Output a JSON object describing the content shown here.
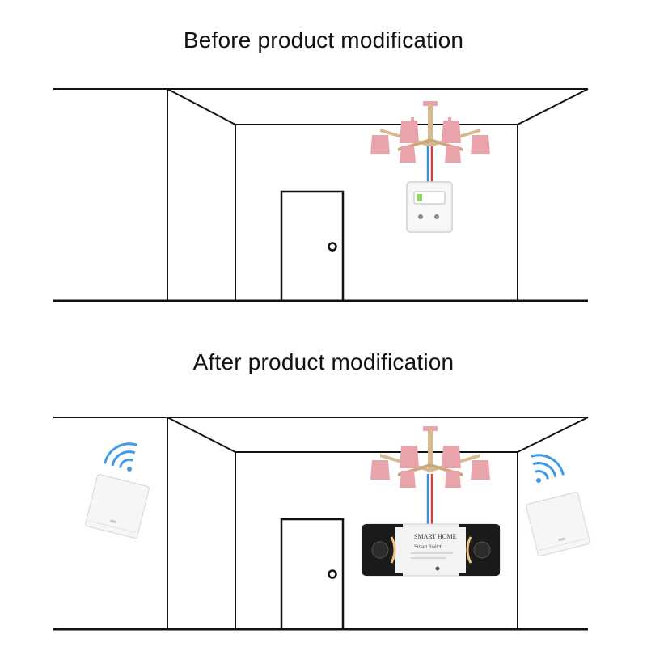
{
  "sections": {
    "before": {
      "title": "Before product modification"
    },
    "after": {
      "title": "After product modification"
    }
  },
  "device": {
    "brand_label": "SMART HOME",
    "model_label": "Smart Switch"
  },
  "colors": {
    "line": "#111111",
    "lamp_shade": "#e9a4ab",
    "lamp_wood": "#d7b98d",
    "wire_red": "#e23b3b",
    "wire_blue": "#3a8fd6",
    "wifi": "#3d9be9",
    "device_body": "#f0f0f0",
    "device_clip": "#1a1a1a"
  },
  "icons": [
    "chandelier-icon",
    "wall-switch-icon",
    "wireless-switch-icon",
    "wifi-signal-icon",
    "smart-switch-module-icon",
    "door-icon"
  ]
}
